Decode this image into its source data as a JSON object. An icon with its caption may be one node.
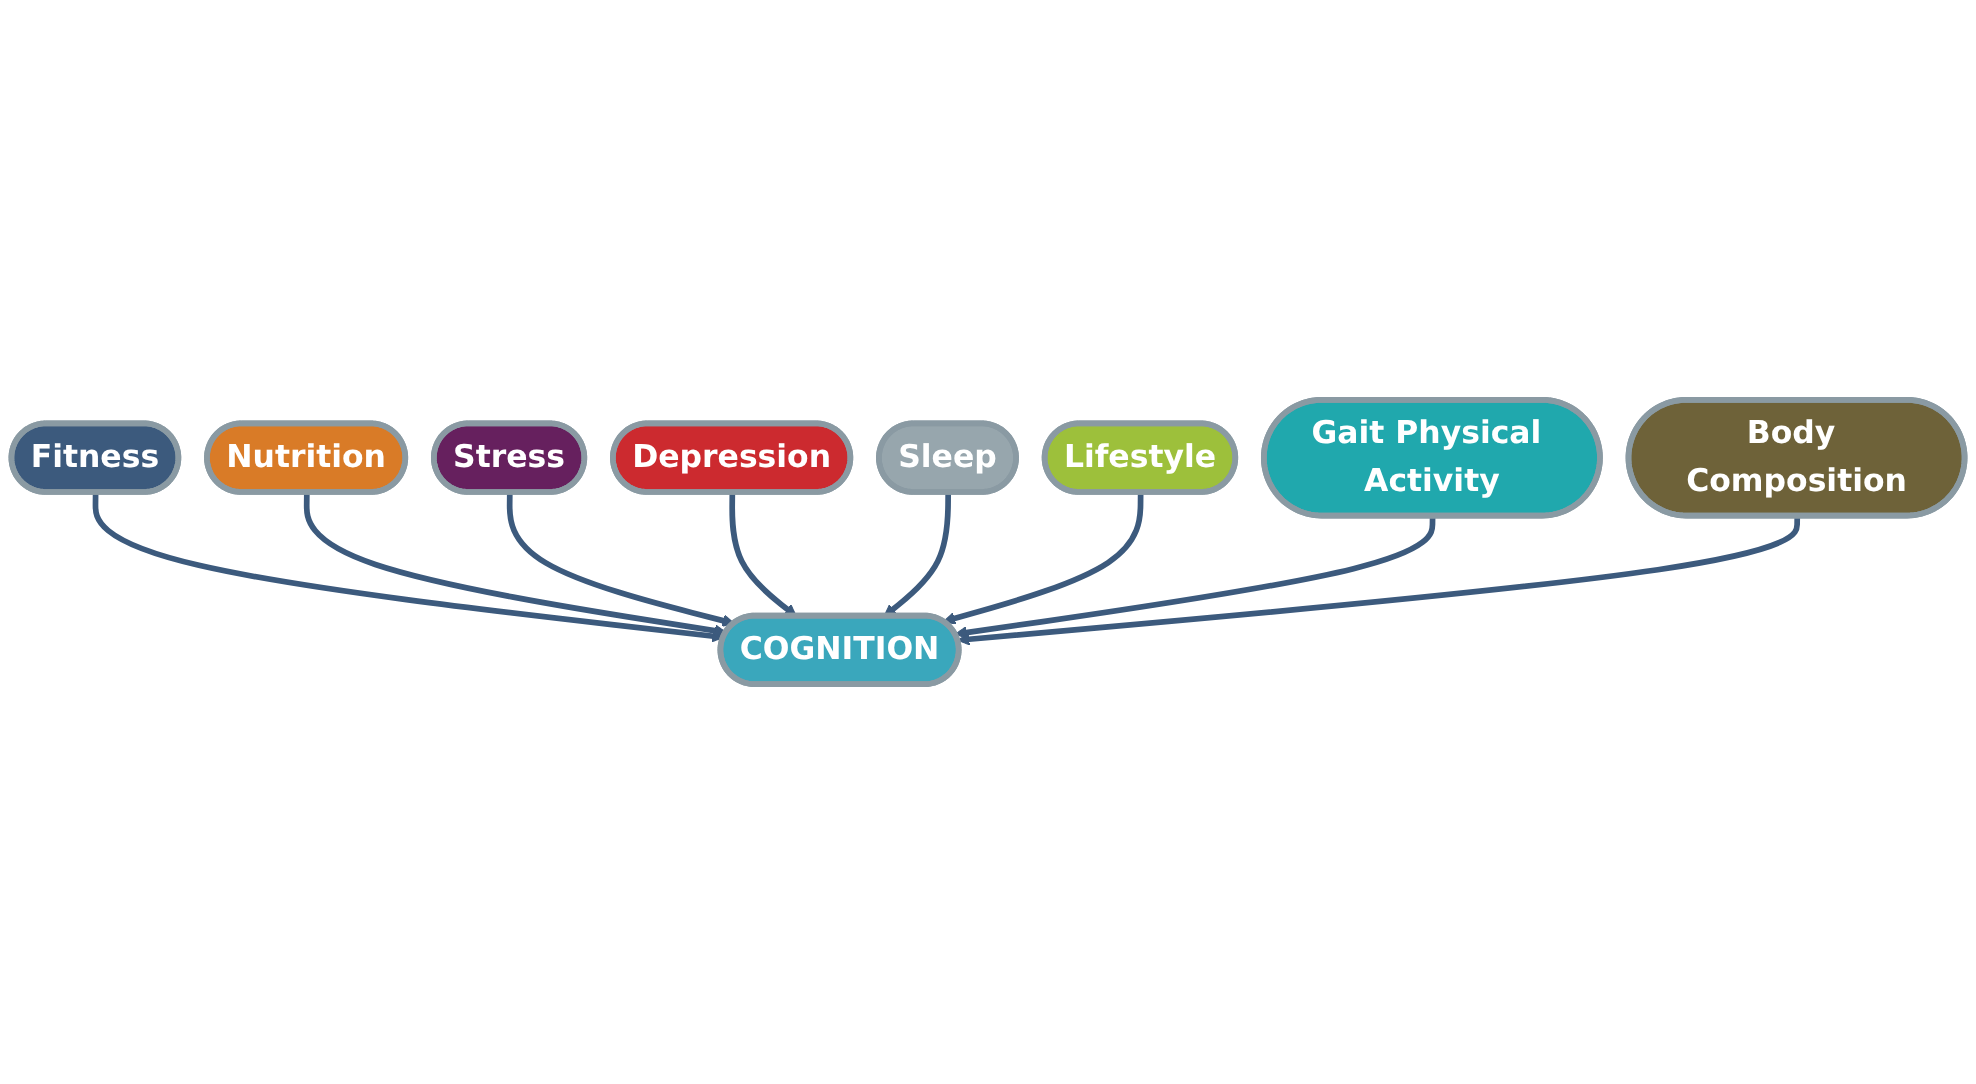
{
  "diagram": {
    "nodes": [
      {
        "text": [
          "Fitness"
        ]
      },
      {
        "text": [
          "Nutrition"
        ]
      },
      {
        "text": [
          "Stress"
        ]
      },
      {
        "text": [
          "Depression"
        ]
      },
      {
        "text": [
          "COGNITION"
        ]
      },
      {
        "text": [
          "Sleep"
        ]
      },
      {
        "text": [
          "Lifestyle"
        ]
      },
      {
        "text": [
          "Gait Physical Activity"
        ]
      },
      {
        "text": [
          "Body Composition"
        ]
      }
    ],
    "edges": [
      {
        "from": 0,
        "to": 4,
        "arrow": "to"
      },
      {
        "from": 1,
        "to": 4,
        "arrow": "to"
      },
      {
        "from": 2,
        "to": 4,
        "arrow": "to"
      },
      {
        "from": 3,
        "to": 4,
        "arrow": "to"
      },
      {
        "from": 5,
        "to": 4,
        "arrow": "to"
      },
      {
        "from": 6,
        "to": 4,
        "arrow": "to"
      },
      {
        "from": 7,
        "to": 4,
        "arrow": "to"
      },
      {
        "from": 8,
        "to": 4,
        "arrow": "to"
      }
    ]
  }
}
